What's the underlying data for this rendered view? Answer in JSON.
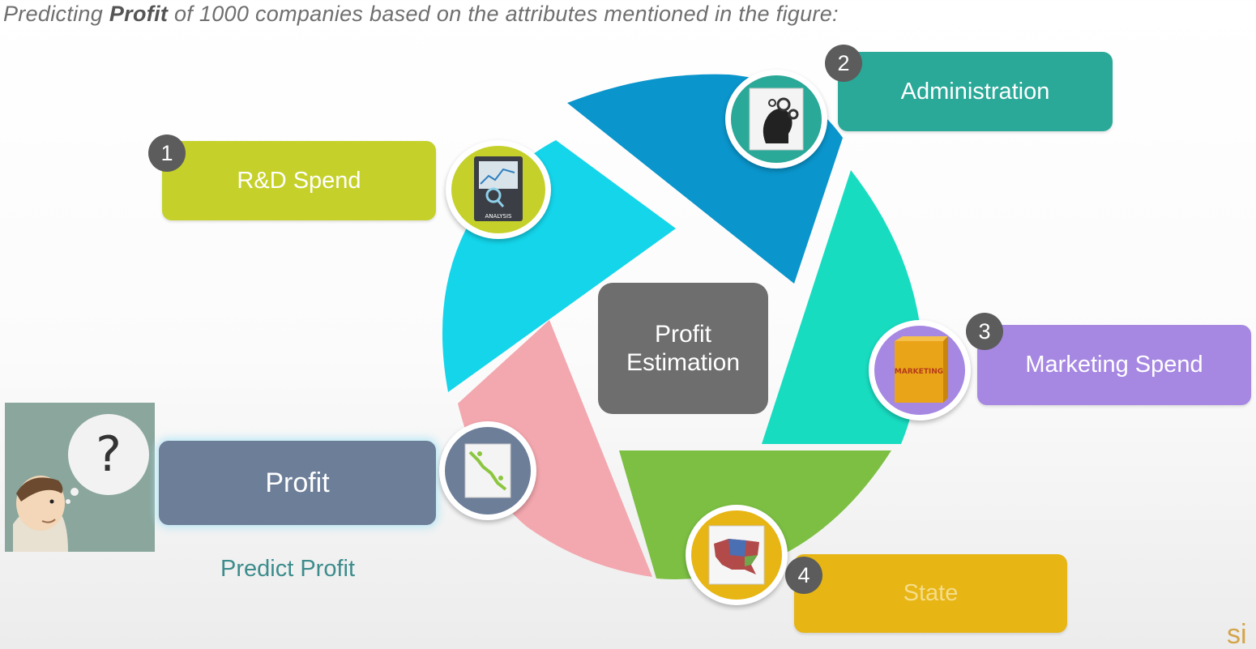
{
  "title": {
    "prefix": "Predicting ",
    "bold": "Profit",
    "suffix": " of 1000 companies based on the attributes mentioned in the figure:"
  },
  "center": {
    "line1": "Profit",
    "line2": "Estimation"
  },
  "attributes": [
    {
      "number": "1",
      "label": "R&D Spend",
      "color": "#c5d12a",
      "icon": "analysis-chart-icon",
      "icon_text": "ANALYSIS"
    },
    {
      "number": "2",
      "label": "Administration",
      "color": "#2aa898",
      "icon": "gears-head-icon"
    },
    {
      "number": "3",
      "label": "Marketing Spend",
      "color": "#a688e2",
      "icon": "marketing-box-icon",
      "icon_text": "MARKETING"
    },
    {
      "number": "4",
      "label": "State",
      "color": "#e7b514",
      "icon": "us-map-icon"
    }
  ],
  "target": {
    "label": "Profit",
    "color": "#6d7e99",
    "caption": "Predict Profit",
    "question_mark": "?",
    "icon": "profit-chart-icon"
  },
  "colors": {
    "segment_rd": "#14d5ea",
    "segment_admin": "#0a95cc",
    "segment_marketing": "#18dcc0",
    "segment_state": "#7cbf43",
    "segment_profit": "#f3a7ae",
    "badge": "#5c5c5c"
  },
  "corner_mark": "si"
}
